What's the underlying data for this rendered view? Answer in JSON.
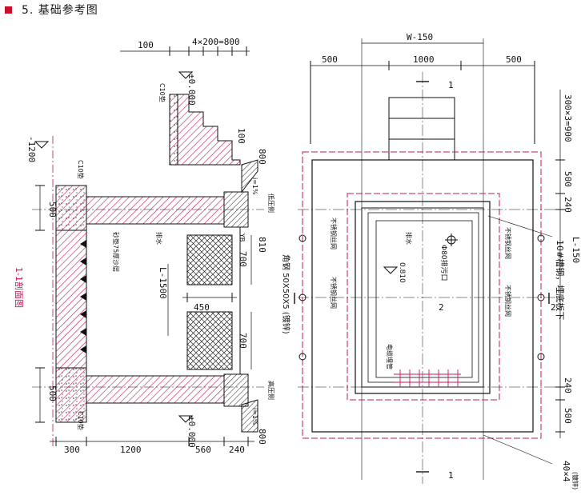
{
  "header": {
    "title": "5. 基础参考图"
  },
  "section": {
    "title": "1-1剖面图",
    "dims": {
      "top_left": "100",
      "top_steps": "4×200=800",
      "bottom_300": "300",
      "bottom_1200": "1200",
      "bottom_560": "560",
      "bottom_240": "240",
      "left_500_top": "500",
      "left_500_bot": "500",
      "elev_minus": "-1200",
      "elev_zero_top": "±0.000",
      "elev_zero_bot": "±0.000",
      "side_800_top": "800",
      "side_800_bot": "800",
      "side_810": "810",
      "h_100": "100",
      "w_450": "450",
      "h_700a": "700",
      "h_700b": "700",
      "l_1500": "L-1500"
    },
    "labels": {
      "c10_top": "C10垫",
      "c10_mid": "C10垫",
      "c10_bot": "C10垫",
      "slope_top": "i=1%",
      "slope_bot": "i=1%",
      "hv_side": "低压侧",
      "lv_side": "高压侧",
      "yb": "YB",
      "sand": "砂垫75厚沙层",
      "drain": "排水"
    }
  },
  "plan": {
    "dims": {
      "w150": "W-150",
      "top_500a": "500",
      "top_1000": "1000",
      "top_500b": "500",
      "r_900": "300×3=900",
      "r_500a": "500",
      "r_240a": "240",
      "r_l150": "L-150",
      "r_240b": "240",
      "r_500b": "500",
      "flat_steel": "40×4",
      "cut1_top": "1",
      "cut1_bot": "1",
      "cut2_left": "2",
      "cut2_right": "2"
    },
    "labels": {
      "angle": "角钢 50X50X5 (镀锌)",
      "channel": "10#槽钢，埋底板下",
      "drain_hole": "Φ80排污口",
      "elev_810": "0.810",
      "drain": "排水",
      "rail_l1": "不锈钢丝网",
      "rail_l2": "不锈钢丝网",
      "rail_r1": "不锈钢丝网",
      "rail_r2": "不锈钢丝网",
      "cable": "电缆埋管",
      "flat": "(镀锌)"
    }
  },
  "colors": {
    "hatch": "#c2185b",
    "dash": "#c2185b",
    "line": "#111111",
    "accent": "#c8102e"
  }
}
